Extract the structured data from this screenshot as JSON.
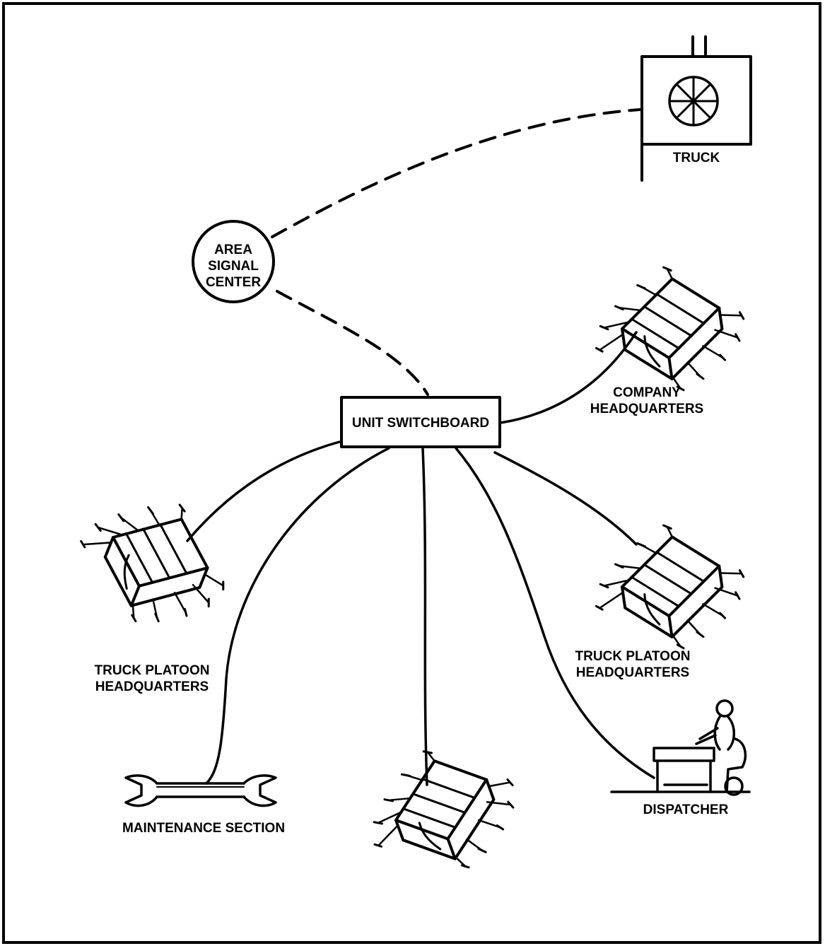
{
  "labels": {
    "truck": "TRUCK",
    "area_signal_center": [
      "AREA",
      "SIGNAL",
      "CENTER"
    ],
    "unit_switchboard": "UNIT SWITCHBOARD",
    "company_hq": [
      "COMPANY",
      "HEADQUARTERS"
    ],
    "truck_platoon_hq_left": [
      "TRUCK PLATOON",
      "HEADQUARTERS"
    ],
    "truck_platoon_hq_right": [
      "TRUCK PLATOON",
      "HEADQUARTERS"
    ],
    "maintenance_section": "MAINTENANCE SECTION",
    "dispatcher": "DISPATCHER"
  },
  "icons": [
    "truck-icon",
    "tent-icon",
    "wrench-icon",
    "dispatcher-desk-icon"
  ],
  "colors": {
    "ink": "#000000",
    "background": "#ffffff"
  }
}
